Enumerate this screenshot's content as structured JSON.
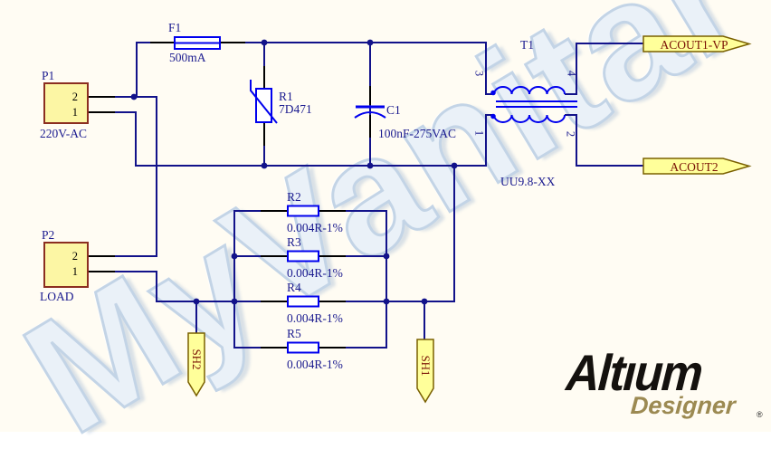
{
  "watermark": {
    "text": "MyVanitar"
  },
  "logo": {
    "brand": "Altıum",
    "product": "Designer",
    "registered": "®"
  },
  "colors": {
    "background": "#FFFCF3",
    "wire": "#12128A",
    "symbol": "#0000EE",
    "pin": "#000000",
    "label_text": "#1B1B8F",
    "port_fill": "#FFFF9A",
    "port_border": "#7A6000",
    "port_text": "#7A1205",
    "connector_fill": "#FCF6A4",
    "connector_border": "#8B2E20",
    "logo_brand_color": "#14110E",
    "logo_product_color": "#9C8A52"
  },
  "components": {
    "p1": {
      "designator": "P1",
      "value": "220V-AC",
      "pin_top": "2",
      "pin_bottom": "1"
    },
    "p2": {
      "designator": "P2",
      "value": "LOAD",
      "pin_top": "2",
      "pin_bottom": "1"
    },
    "f1": {
      "designator": "F1",
      "value": "500mA"
    },
    "r1": {
      "designator": "R1",
      "value": "7D471"
    },
    "c1": {
      "designator": "C1",
      "value": "100nF-275VAC"
    },
    "t1": {
      "designator": "T1",
      "value": "UU9.8-XX",
      "pin_3": "3",
      "pin_4": "4",
      "pin_1": "1",
      "pin_2": "2"
    },
    "r2": {
      "designator": "R2",
      "value": "0.004R-1%"
    },
    "r3": {
      "designator": "R3",
      "value": "0.004R-1%"
    },
    "r4": {
      "designator": "R4",
      "value": "0.004R-1%"
    },
    "r5": {
      "designator": "R5",
      "value": "0.004R-1%"
    }
  },
  "ports": {
    "acout1": "ACOUT1-VP",
    "acout2": "ACOUT2",
    "sh1": "SH1",
    "sh2": "SH2"
  }
}
